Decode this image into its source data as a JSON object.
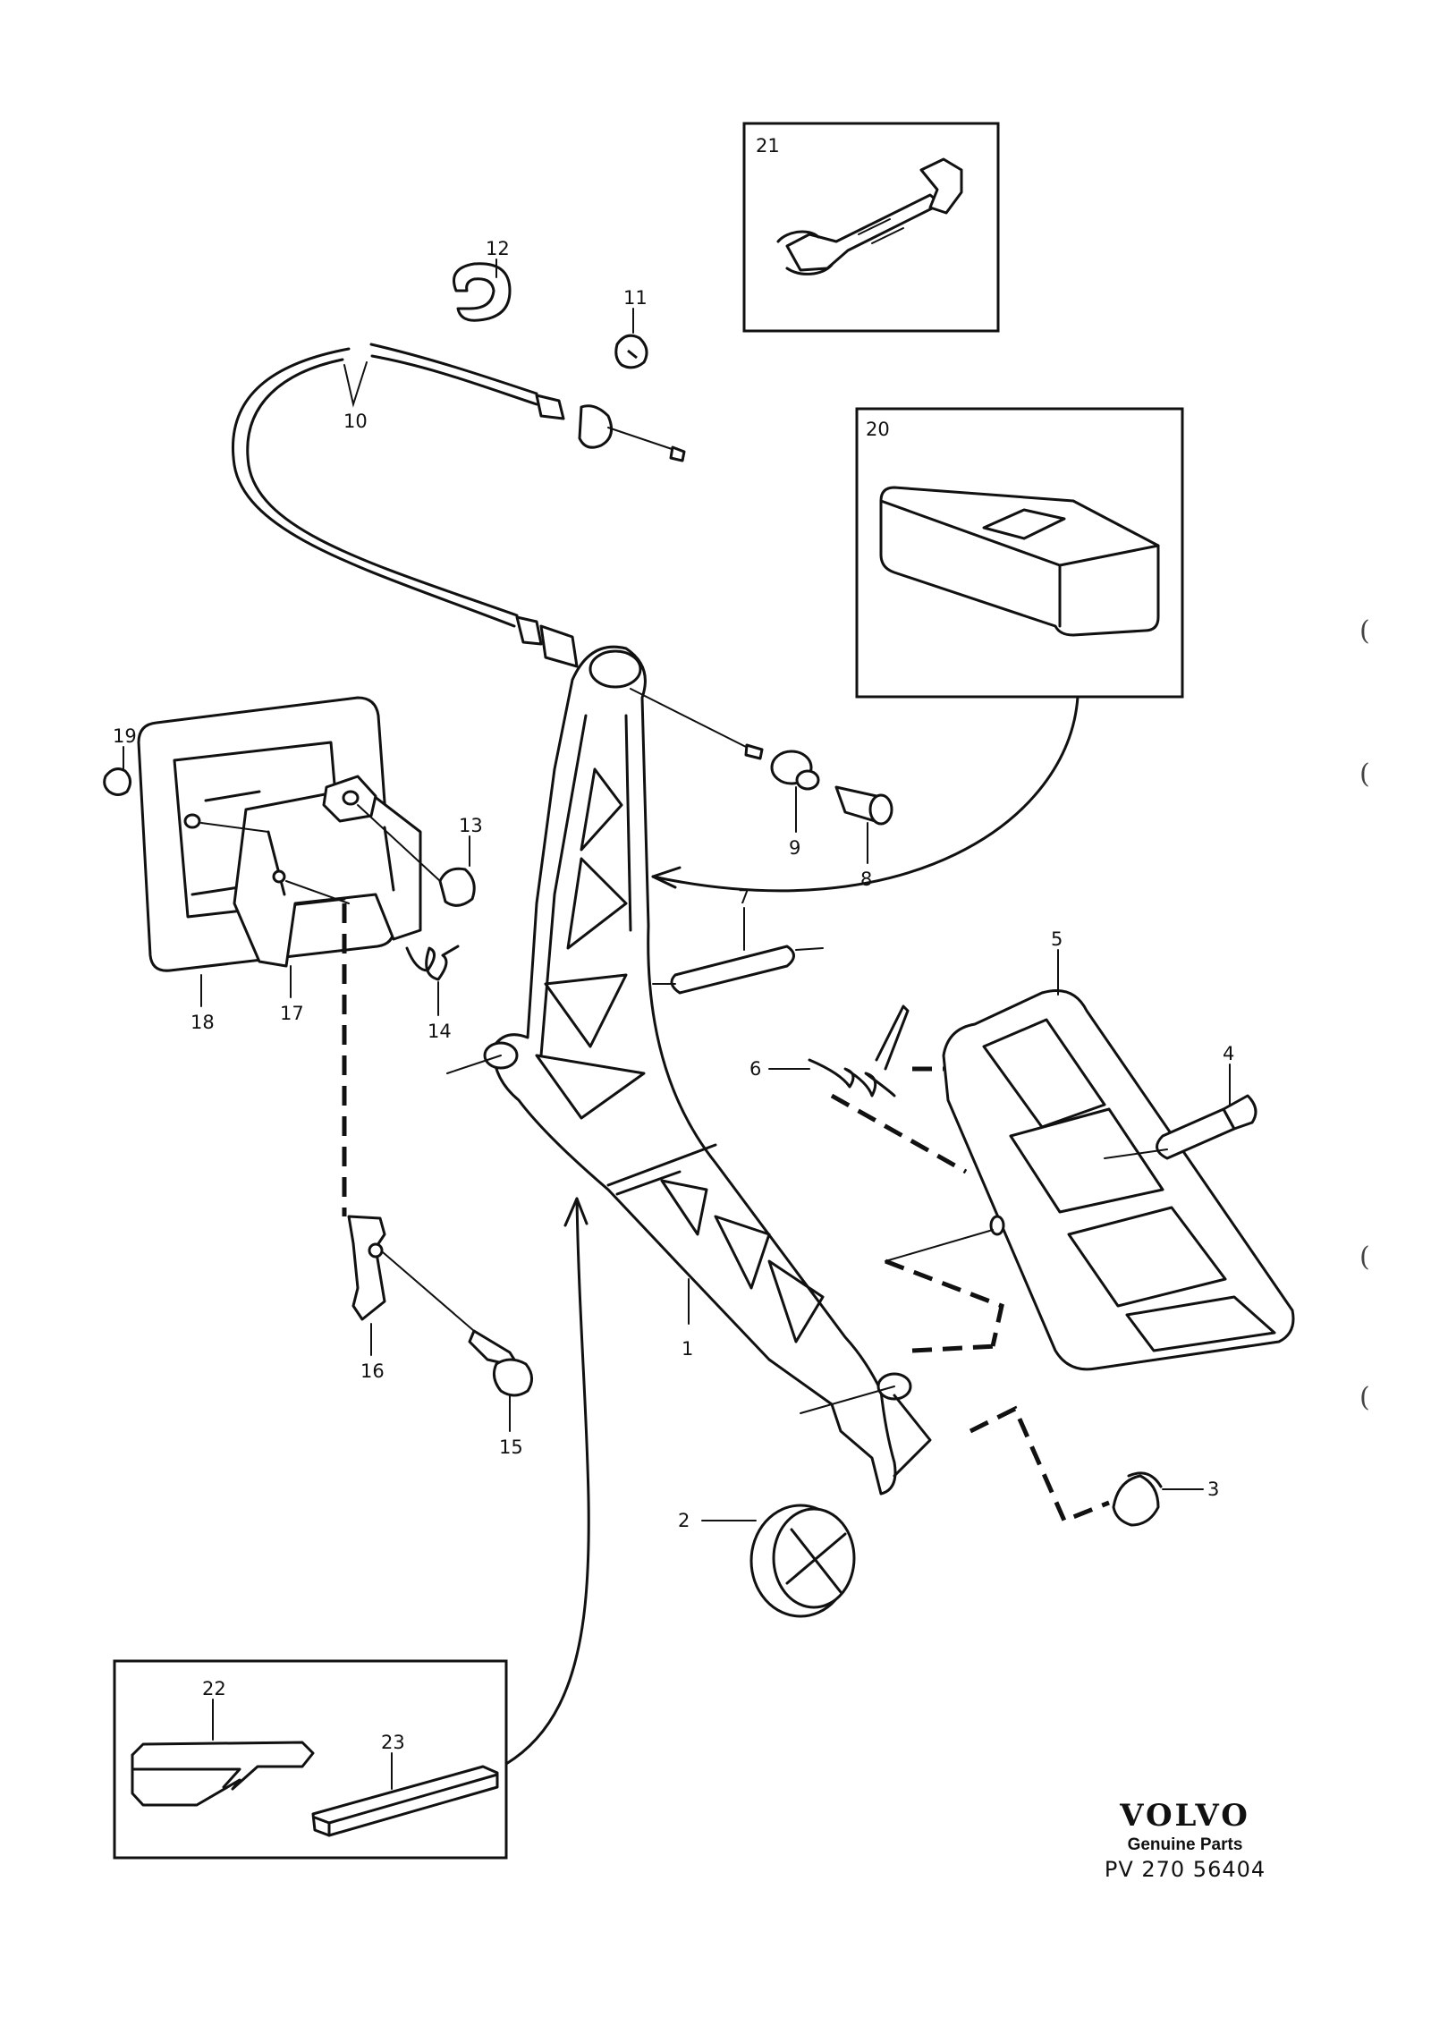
{
  "callouts": [
    {
      "id": "1",
      "text": "1"
    },
    {
      "id": "2",
      "text": "2"
    },
    {
      "id": "3",
      "text": "3"
    },
    {
      "id": "4",
      "text": "4"
    },
    {
      "id": "5",
      "text": "5"
    },
    {
      "id": "6",
      "text": "6"
    },
    {
      "id": "7",
      "text": "7"
    },
    {
      "id": "8",
      "text": "8"
    },
    {
      "id": "9",
      "text": "9"
    },
    {
      "id": "10",
      "text": "10"
    },
    {
      "id": "11",
      "text": "11"
    },
    {
      "id": "12",
      "text": "12"
    },
    {
      "id": "13",
      "text": "13"
    },
    {
      "id": "14",
      "text": "14"
    },
    {
      "id": "15",
      "text": "15"
    },
    {
      "id": "16",
      "text": "16"
    },
    {
      "id": "17",
      "text": "17"
    },
    {
      "id": "18",
      "text": "18"
    },
    {
      "id": "19",
      "text": "19"
    },
    {
      "id": "20",
      "text": "20"
    },
    {
      "id": "21",
      "text": "21"
    },
    {
      "id": "22",
      "text": "22"
    },
    {
      "id": "23",
      "text": "23"
    }
  ],
  "brand": {
    "logo": "VOLVO",
    "subtitle": "Genuine Parts",
    "code": "PV 270 56404"
  },
  "margin_marks": [
    "(",
    "(",
    "(",
    "("
  ]
}
